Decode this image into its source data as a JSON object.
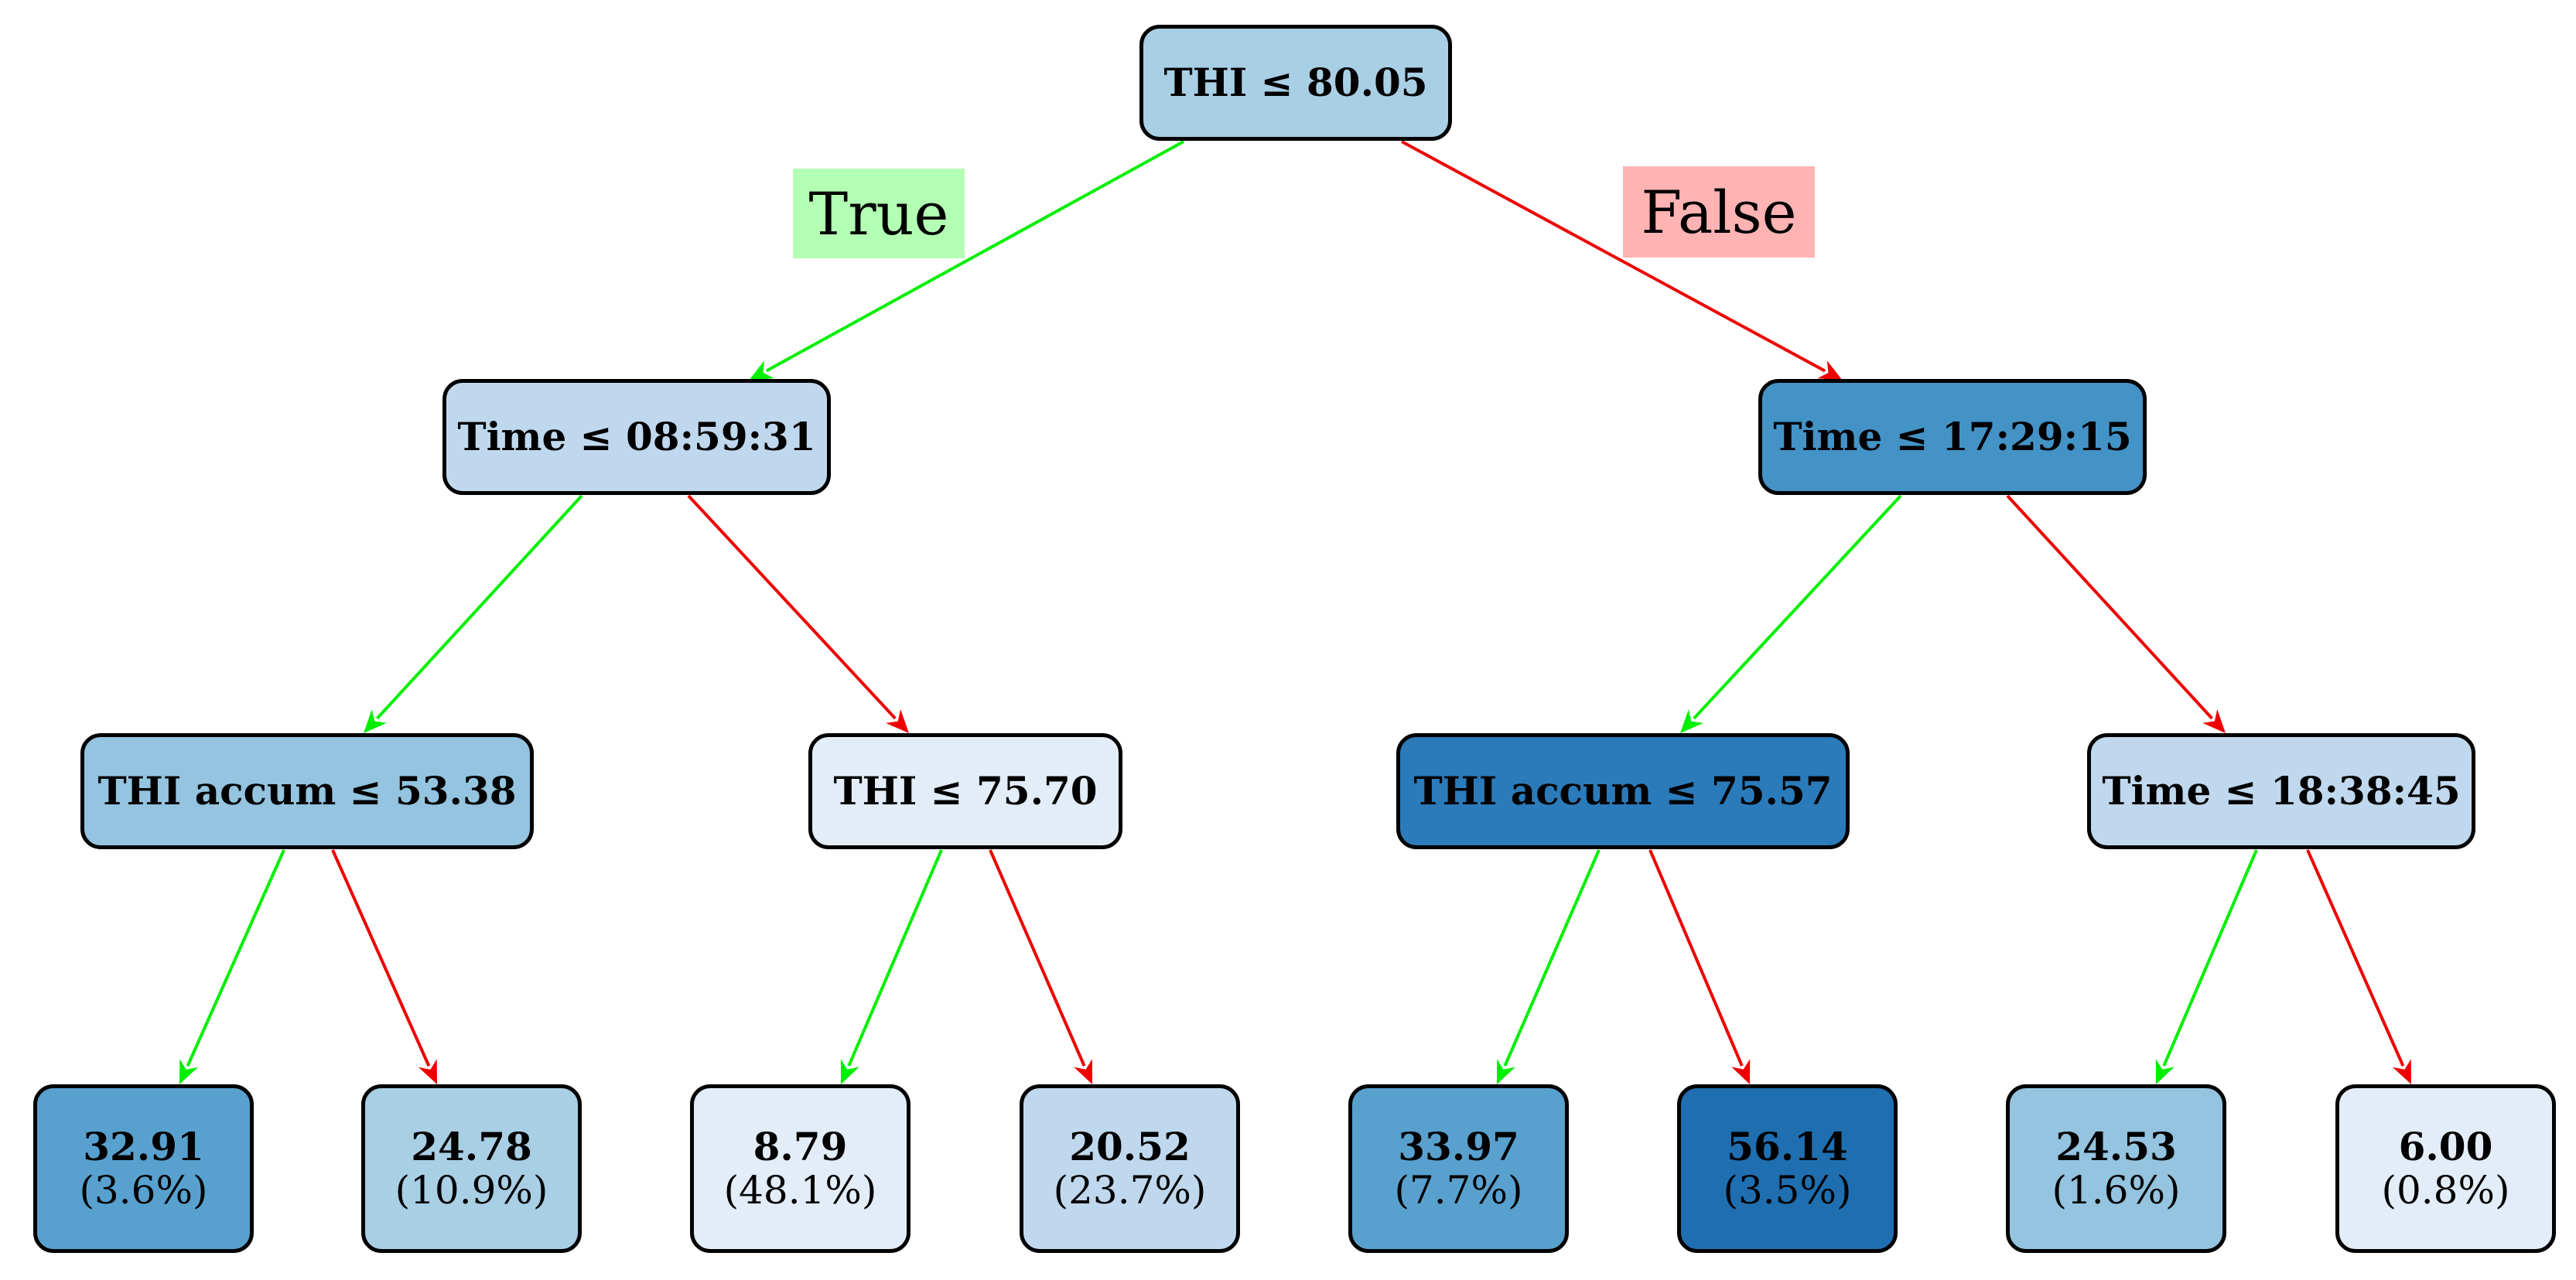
{
  "colors": {
    "true_edge": "#00ee00",
    "false_edge": "#ee0000",
    "true_label_bg": "#b3ffb3",
    "false_label_bg": "#ffb3b3"
  },
  "labels": {
    "true": "True",
    "false": "False"
  },
  "nodes": [
    {
      "id": "root",
      "main": "THI ≤ 80.05",
      "sub": "",
      "fill": "#a9cfe5"
    },
    {
      "id": "n1",
      "main": "Time ≤ 08:59:31",
      "sub": "",
      "fill": "#c0d8ed"
    },
    {
      "id": "n2",
      "main": "Time ≤ 17:29:15",
      "sub": "",
      "fill": "#4393c7"
    },
    {
      "id": "n3",
      "main": "THI accum ≤ 53.38",
      "sub": "",
      "fill": "#94c4df"
    },
    {
      "id": "n4",
      "main": "THI ≤ 75.70",
      "sub": "",
      "fill": "#e2edf8"
    },
    {
      "id": "n5",
      "main": "THI accum ≤ 75.57",
      "sub": "",
      "fill": "#2b7bba"
    },
    {
      "id": "n6",
      "main": "Time ≤ 18:38:45",
      "sub": "",
      "fill": "#c0d8ed"
    },
    {
      "id": "l1",
      "main": "32.91",
      "sub": "(3.6%)",
      "fill": "#58a1cf"
    },
    {
      "id": "l2",
      "main": "24.78",
      "sub": "(10.9%)",
      "fill": "#a9cfe5"
    },
    {
      "id": "l3",
      "main": "8.79",
      "sub": "(48.1%)",
      "fill": "#e2edf8"
    },
    {
      "id": "l4",
      "main": "20.52",
      "sub": "(23.7%)",
      "fill": "#c0d8ed"
    },
    {
      "id": "l5",
      "main": "33.97",
      "sub": "(7.7%)",
      "fill": "#58a1cf"
    },
    {
      "id": "l6",
      "main": "56.14",
      "sub": "(3.5%)",
      "fill": "#1f6eb0"
    },
    {
      "id": "l7",
      "main": "24.53",
      "sub": "(1.6%)",
      "fill": "#94c4df"
    },
    {
      "id": "l8",
      "main": "6.00",
      "sub": "(0.8%)",
      "fill": "#e2edf8"
    }
  ],
  "edges": [
    {
      "from": "root",
      "to": "n1",
      "branch": "true"
    },
    {
      "from": "root",
      "to": "n2",
      "branch": "false"
    },
    {
      "from": "n1",
      "to": "n3",
      "branch": "true"
    },
    {
      "from": "n1",
      "to": "n4",
      "branch": "false"
    },
    {
      "from": "n2",
      "to": "n5",
      "branch": "true"
    },
    {
      "from": "n2",
      "to": "n6",
      "branch": "false"
    },
    {
      "from": "n3",
      "to": "l1",
      "branch": "true"
    },
    {
      "from": "n3",
      "to": "l2",
      "branch": "false"
    },
    {
      "from": "n4",
      "to": "l3",
      "branch": "true"
    },
    {
      "from": "n4",
      "to": "l4",
      "branch": "false"
    },
    {
      "from": "n5",
      "to": "l5",
      "branch": "true"
    },
    {
      "from": "n5",
      "to": "l6",
      "branch": "false"
    },
    {
      "from": "n6",
      "to": "l7",
      "branch": "true"
    },
    {
      "from": "n6",
      "to": "l8",
      "branch": "false"
    }
  ]
}
